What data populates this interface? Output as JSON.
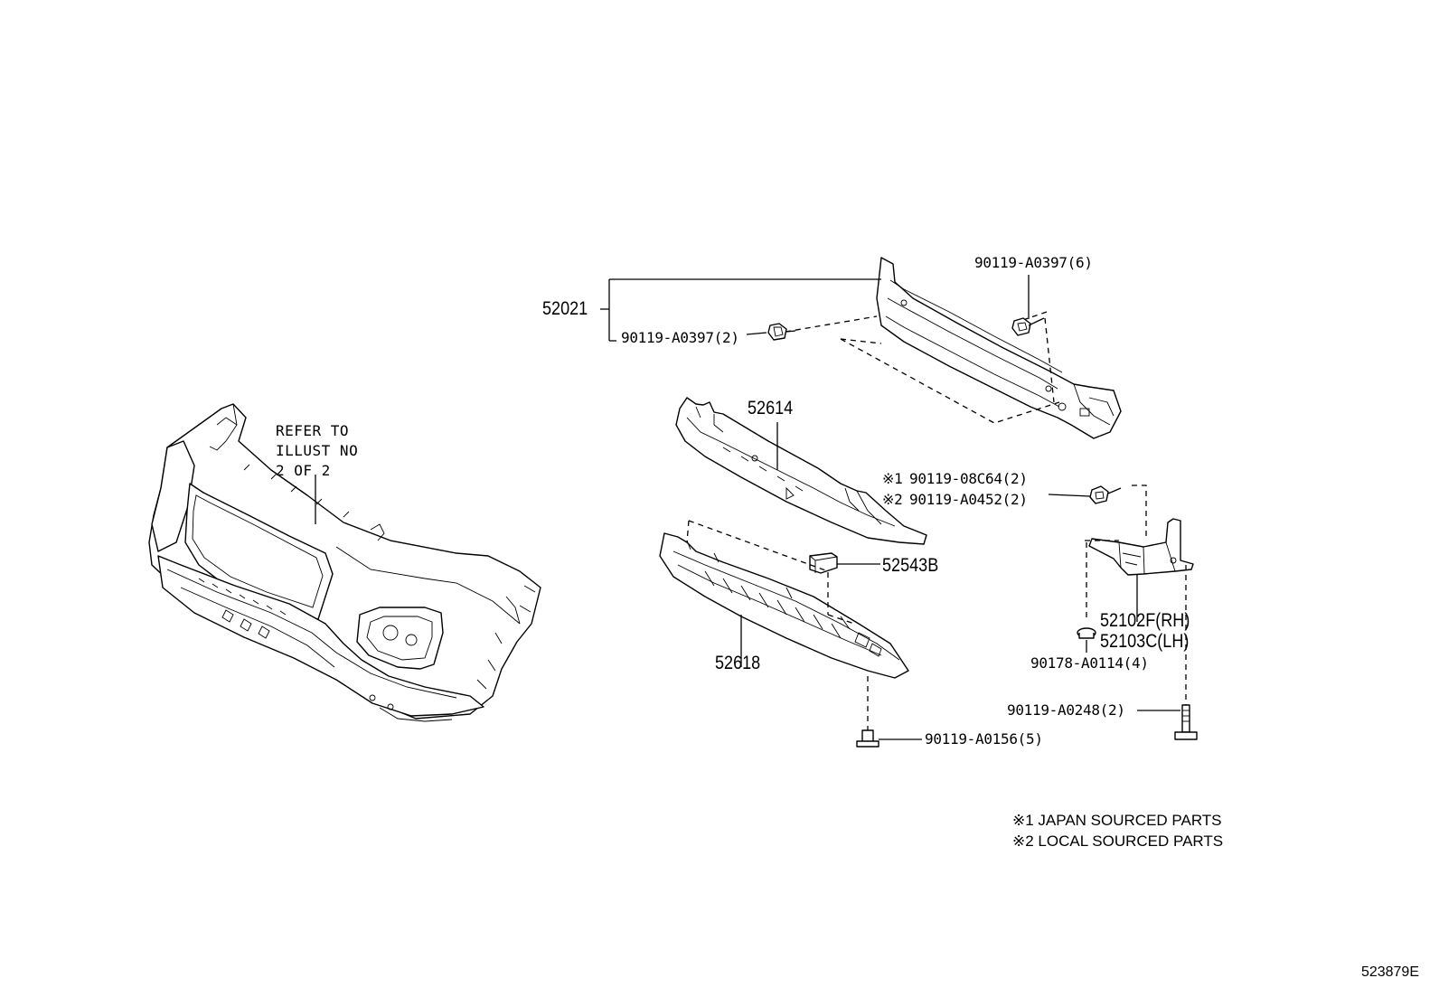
{
  "refer_note": [
    "REFER TO",
    "ILLUST NO",
    "2 OF 2"
  ],
  "labels": {
    "p52021": "52021",
    "bolt_a0397_2": "90119-A0397(2)",
    "bolt_a0397_6": "90119-A0397(6)",
    "p52614": "52614",
    "bolt_08c64_mark": "※1",
    "bolt_08c64": "90119-08C64(2)",
    "bolt_a0452_mark": "※2",
    "bolt_a0452": "90119-A0452(2)",
    "p52543b": "52543B",
    "p52102f": "52102F(RH)",
    "p52103c": "52103C(LH)",
    "clip_a0114": "90178-A0114(4)",
    "p52618": "52618",
    "bolt_a0248": "90119-A0248(2)",
    "bolt_a0156": "90119-A0156(5)"
  },
  "footnotes": [
    "※1 JAPAN SOURCED PARTS",
    "※2 LOCAL SOURCED PARTS"
  ],
  "illustration_id": "523879E"
}
